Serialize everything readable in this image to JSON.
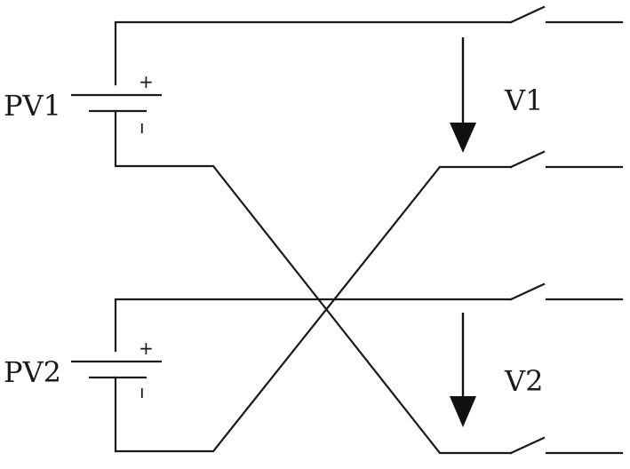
{
  "labels": {
    "pv1": "PV1",
    "pv2": "PV2",
    "v1": "V1",
    "v2": "V2",
    "plus": "+",
    "minus": "ı"
  },
  "components": [
    {
      "id": "pv1",
      "type": "dc-source",
      "label": "PV1"
    },
    {
      "id": "pv2",
      "type": "dc-source",
      "label": "PV2"
    },
    {
      "id": "v1",
      "type": "voltage-arrow",
      "label": "V1"
    },
    {
      "id": "v2",
      "type": "voltage-arrow",
      "label": "V2"
    },
    {
      "id": "sw1",
      "type": "switch"
    },
    {
      "id": "sw2",
      "type": "switch"
    },
    {
      "id": "sw3",
      "type": "switch"
    },
    {
      "id": "sw4",
      "type": "switch"
    }
  ]
}
